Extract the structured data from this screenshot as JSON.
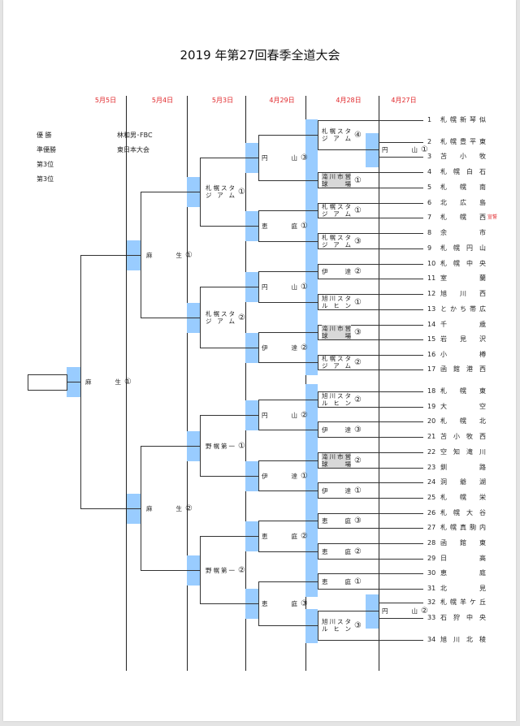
{
  "title": "2019 年第27回春季全道大会",
  "dates": [
    "5月5日",
    "5月4日",
    "5月3日",
    "4月29日",
    "4月28日",
    "4月27日"
  ],
  "results": [
    {
      "label": "優 勝",
      "value": "林和男･FBC"
    },
    {
      "label": "準優勝",
      "value": "東日本大会"
    },
    {
      "label": "第3位",
      "value": ""
    },
    {
      "label": "第3位",
      "value": ""
    }
  ],
  "teams": [
    {
      "num": "1",
      "name": "札幌新琴似"
    },
    {
      "num": "2",
      "name": "札幌豊平東"
    },
    {
      "num": "3",
      "name": "苫小牧"
    },
    {
      "num": "4",
      "name": "札幌白石"
    },
    {
      "num": "5",
      "name": "札幌南"
    },
    {
      "num": "6",
      "name": "北広島"
    },
    {
      "num": "7",
      "name": "札幌西",
      "note": "宣誓"
    },
    {
      "num": "8",
      "name": "余市"
    },
    {
      "num": "9",
      "name": "札幌円山"
    },
    {
      "num": "10",
      "name": "札幌中央"
    },
    {
      "num": "11",
      "name": "室蘭"
    },
    {
      "num": "12",
      "name": "旭川西"
    },
    {
      "num": "13",
      "name": "とかち帯広"
    },
    {
      "num": "14",
      "name": "千歳"
    },
    {
      "num": "15",
      "name": "岩見沢"
    },
    {
      "num": "16",
      "name": "小樽"
    },
    {
      "num": "17",
      "name": "函館港西"
    },
    {
      "num": "18",
      "name": "札幌東"
    },
    {
      "num": "19",
      "name": "大空"
    },
    {
      "num": "20",
      "name": "札幌北"
    },
    {
      "num": "21",
      "name": "苫小牧西"
    },
    {
      "num": "22",
      "name": "空知滝川"
    },
    {
      "num": "23",
      "name": "釧路"
    },
    {
      "num": "24",
      "name": "洞爺湖"
    },
    {
      "num": "25",
      "name": "札幌栄"
    },
    {
      "num": "26",
      "name": "札幌大谷"
    },
    {
      "num": "27",
      "name": "札幌真駒内"
    },
    {
      "num": "28",
      "name": "函館東"
    },
    {
      "num": "29",
      "name": "日高"
    },
    {
      "num": "30",
      "name": "恵庭"
    },
    {
      "num": "31",
      "name": "北見"
    },
    {
      "num": "32",
      "name": "札幌羊ケ丘"
    },
    {
      "num": "33",
      "name": "石狩中央"
    },
    {
      "num": "34",
      "name": "旭川北稜"
    }
  ],
  "venues": {
    "r1": [
      {
        "lines": [
          "円",
          "山"
        ],
        "num": "①"
      },
      {
        "lines": [
          "円",
          "山"
        ],
        "num": "②"
      }
    ],
    "r2": [
      {
        "lines": [
          "札幌スタ",
          "ジアム"
        ],
        "num": "④"
      },
      {
        "lines": [
          "滝川市営",
          "球場"
        ],
        "num": "①",
        "gray": true
      },
      {
        "lines": [
          "札幌スタ",
          "ジアム"
        ],
        "num": "①"
      },
      {
        "lines": [
          "札幌スタ",
          "ジアム"
        ],
        "num": "③"
      },
      {
        "lines": [
          "伊達"
        ],
        "num": "②"
      },
      {
        "lines": [
          "旭川スタ",
          "ルヒン"
        ],
        "num": "①"
      },
      {
        "lines": [
          "滝川市営",
          "球場"
        ],
        "num": "③",
        "gray": true
      },
      {
        "lines": [
          "札幌スタ",
          "ジアム"
        ],
        "num": "②"
      },
      {
        "lines": [
          "旭川スタ",
          "ルヒン"
        ],
        "num": "②"
      },
      {
        "lines": [
          "伊達"
        ],
        "num": "③"
      },
      {
        "lines": [
          "滝川市営",
          "球場"
        ],
        "num": "②",
        "gray": true
      },
      {
        "lines": [
          "伊達"
        ],
        "num": "①"
      },
      {
        "lines": [
          "恵庭"
        ],
        "num": "③"
      },
      {
        "lines": [
          "恵庭"
        ],
        "num": "②"
      },
      {
        "lines": [
          "恵庭"
        ],
        "num": "①"
      },
      {
        "lines": [
          "旭川スタ",
          "ルヒン"
        ],
        "num": "③"
      }
    ],
    "r3": [
      {
        "lines": [
          "円",
          "山"
        ],
        "num": "③"
      },
      {
        "lines": [
          "恵",
          "庭"
        ],
        "num": "①"
      },
      {
        "lines": [
          "円",
          "山"
        ],
        "num": "①"
      },
      {
        "lines": [
          "伊",
          "達"
        ],
        "num": "②"
      },
      {
        "lines": [
          "円",
          "山"
        ],
        "num": "②"
      },
      {
        "lines": [
          "伊",
          "達"
        ],
        "num": "①"
      },
      {
        "lines": [
          "恵",
          "庭"
        ],
        "num": "②"
      },
      {
        "lines": [
          "恵",
          "庭"
        ],
        "num": "③"
      }
    ],
    "r4": [
      {
        "lines": [
          "札幌スタ",
          "ジアム"
        ],
        "num": "①"
      },
      {
        "lines": [
          "札幌スタ",
          "ジアム"
        ],
        "num": "②"
      },
      {
        "lines": [
          "野幌第一"
        ],
        "num": "①"
      },
      {
        "lines": [
          "野幌第一"
        ],
        "num": "②"
      }
    ],
    "semi": [
      {
        "lines": [
          "麻",
          "生"
        ],
        "num": "①"
      },
      {
        "lines": [
          "麻",
          "生"
        ],
        "num": "②"
      }
    ],
    "final": [
      {
        "lines": [
          "麻",
          "生"
        ],
        "num": "①"
      }
    ]
  },
  "champion": ""
}
